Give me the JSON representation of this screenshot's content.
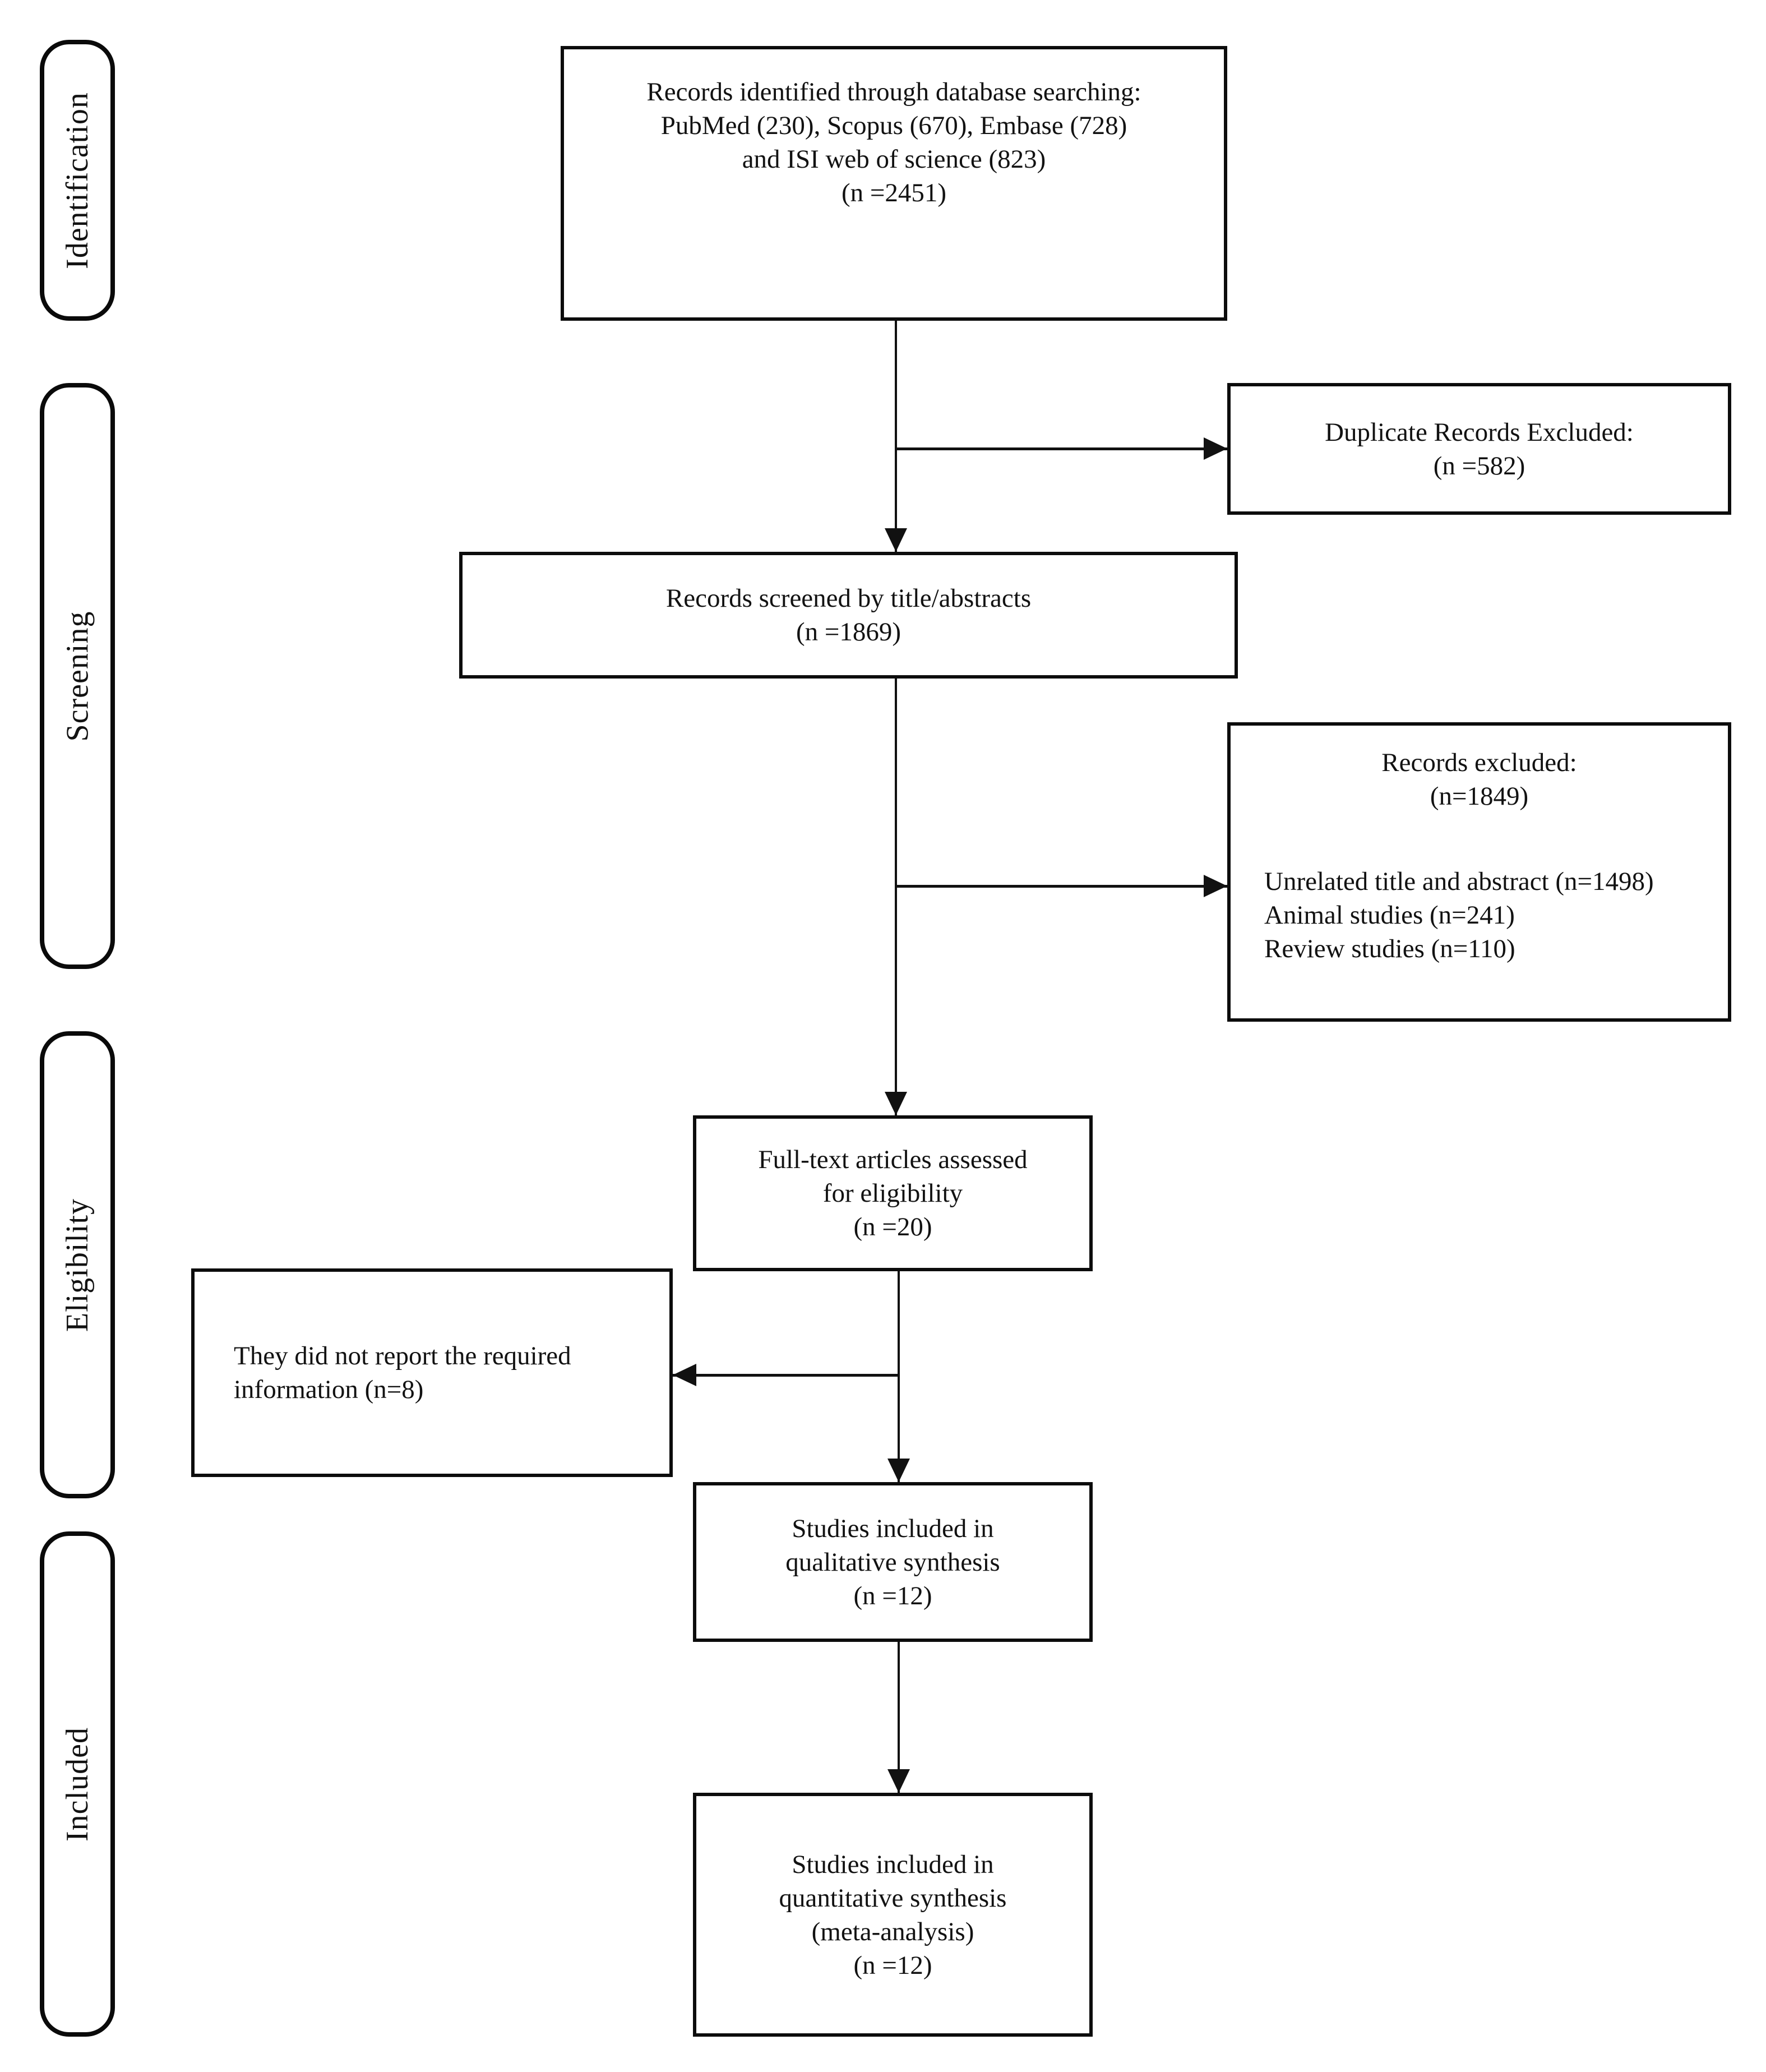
{
  "diagram": {
    "stages": [
      {
        "label": "Identification"
      },
      {
        "label": "Screening"
      },
      {
        "label": "Eligibility"
      },
      {
        "label": "Included"
      }
    ],
    "boxes": {
      "identified": {
        "lines": [
          "Records identified through database searching:",
          "PubMed (230), Scopus (670), Embase (728)",
          "and ISI web of science (823)",
          "(n =2451)"
        ]
      },
      "duplicates_excluded": {
        "lines": [
          "Duplicate Records Excluded:",
          "(n =582)"
        ]
      },
      "screened": {
        "lines": [
          "Records screened by title/abstracts",
          "(n =1869)"
        ]
      },
      "records_excluded": {
        "center_lines": [
          "Records excluded:",
          "(n=1849)"
        ],
        "left_lines": [
          "Unrelated title and abstract (n=1498)",
          "Animal studies (n=241)",
          "Review studies (n=110)"
        ]
      },
      "fulltext_assessed": {
        "lines": [
          "Full-text articles assessed",
          "for eligibility",
          "(n =20)"
        ]
      },
      "not_reported": {
        "lines": [
          "They did not report the required",
          "information (n=8)"
        ]
      },
      "qualitative": {
        "lines": [
          "Studies included in",
          "qualitative synthesis",
          "(n =12)"
        ]
      },
      "quantitative": {
        "lines": [
          "Studies included in",
          "quantitative synthesis",
          "(meta-analysis)",
          "(n =12)"
        ]
      }
    },
    "colors": {
      "border": "#000000",
      "text": "#000000",
      "background": "#ffffff"
    }
  }
}
